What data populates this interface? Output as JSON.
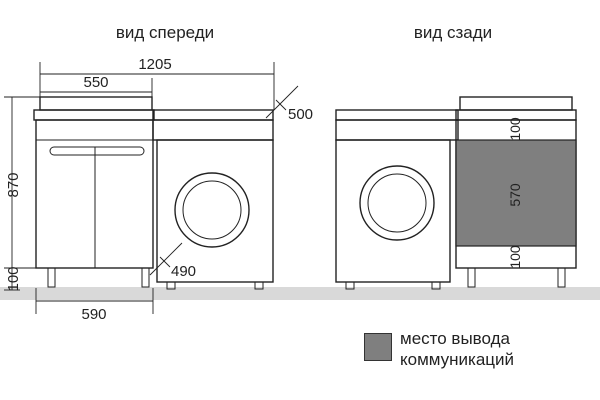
{
  "views": {
    "front_title": "вид спереди",
    "back_title": "вид сзади"
  },
  "dimensions": {
    "total_width": "1205",
    "top_width": "550",
    "depth_top": "500",
    "height": "870",
    "leg_height": "100",
    "depth_bottom": "490",
    "bottom_width": "590",
    "back_top": "100",
    "back_middle": "570",
    "back_bottom": "100"
  },
  "legend": {
    "line1": "место вывода",
    "line2": "коммуникаций",
    "color": "#7f7f7f"
  },
  "colors": {
    "floor": "#d9d9d9",
    "communications_area": "#7f7f7f"
  }
}
